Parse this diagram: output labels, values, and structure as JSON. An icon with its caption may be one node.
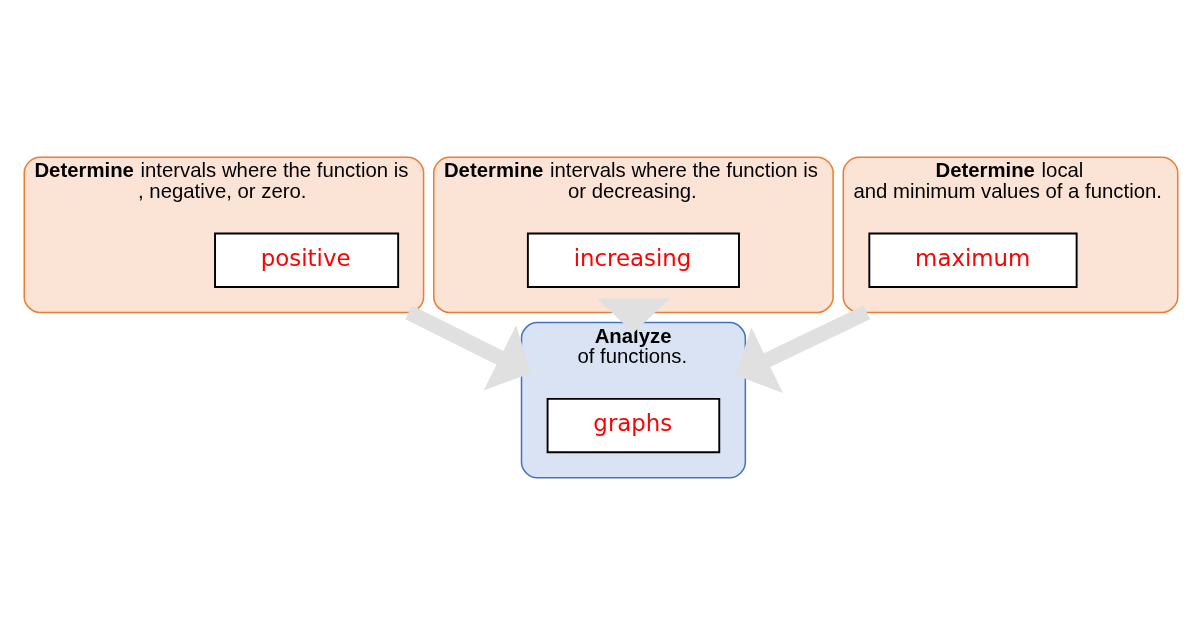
{
  "diagram": {
    "nodes": [
      {
        "text": [
          "**Determine** intervals where the function is",
          "or decreasing."
        ]
      },
      {
        "text": [
          "increasing"
        ],
        "in": 0
      },
      {
        "text": [
          "**Determine** intervals where the function is",
          ", negative, or zero."
        ]
      },
      {
        "text": [
          "positive"
        ],
        "in": 2
      },
      {
        "text": [
          "**Analyze**",
          "of functions."
        ]
      },
      {
        "text": [
          "graphs"
        ],
        "in": 4
      },
      {
        "text": [
          "**Determine** local",
          "and minimum values of a function."
        ]
      },
      {
        "text": [
          "maximum"
        ],
        "in": 6
      }
    ],
    "edges": [
      {
        "from": 0,
        "to": 4,
        "arrow": "to"
      },
      {
        "from": 2,
        "to": 4,
        "arrow": "to"
      },
      {
        "from": 6,
        "to": 4,
        "arrow": "to"
      }
    ]
  }
}
